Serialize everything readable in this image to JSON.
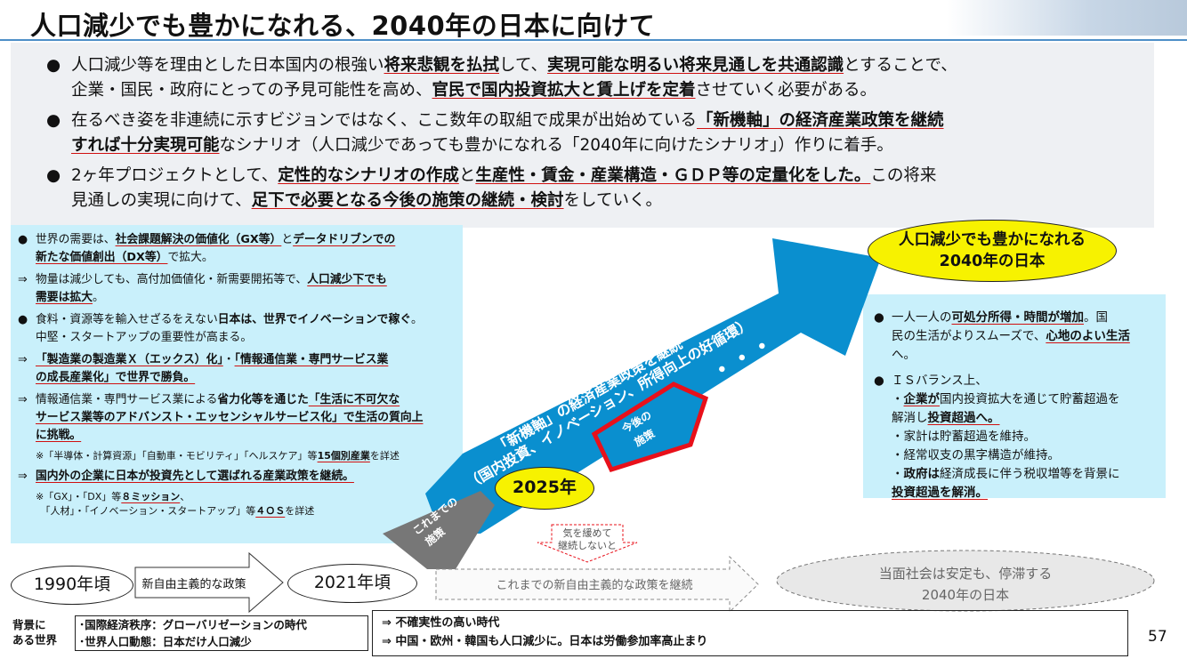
{
  "title": "人口減少でも豊かになれる、2040年の日本に向けて",
  "top_bullets": [
    {
      "parts": [
        {
          "t": "人口減少等を理由とした日本国内の根強い"
        },
        {
          "t": "将来悲観を払拭",
          "b": true
        },
        {
          "t": "して、"
        },
        {
          "t": "実現可能な明るい将来見通しを共通認識",
          "b": true
        },
        {
          "t": "とすることで、"
        }
      ],
      "line2": [
        {
          "t": "企業・国民・政府にとっての予見可能性を高め、"
        },
        {
          "t": "官民で国内投資拡大と賃上げを定着",
          "b": true
        },
        {
          "t": "させていく必要がある。"
        }
      ]
    },
    {
      "parts": [
        {
          "t": "在るべき姿を非連続に示すビジョンではなく、ここ数年の取組で成果が出始めている"
        },
        {
          "t": "「新機軸」の経済産業政策を継続",
          "b": true
        }
      ],
      "line2": [
        {
          "t": "すれば十分実現可能",
          "b": true
        },
        {
          "t": "なシナリオ（人口減少であっても豊かになれる「2040年に向けたシナリオ」）作りに着手。"
        }
      ]
    },
    {
      "parts": [
        {
          "t": "2ヶ年プロジェクトとして、"
        },
        {
          "t": "定性的なシナリオの作成",
          "b": true
        },
        {
          "t": "と"
        },
        {
          "t": "生産性・賃金・産業構造・ＧＤＰ等の定量化をした。",
          "b": true
        },
        {
          "t": "この将来"
        }
      ],
      "line2": [
        {
          "t": "見通しの実現に向けて、"
        },
        {
          "t": "足下で必要となる今後の施策の継続・検討",
          "b": true
        },
        {
          "t": "をしていく。"
        }
      ]
    }
  ],
  "left_panel": [
    {
      "marker": "●",
      "lines": [
        [
          {
            "t": "世界の需要は、"
          },
          {
            "t": "社会課題解決の価値化（GX等）",
            "b": true
          },
          {
            "t": "と"
          },
          {
            "t": "データドリブンでの",
            "b": true
          }
        ],
        [
          {
            "t": "新たな価値創出（DX等）",
            "b": true
          },
          {
            "t": "で拡大。"
          }
        ]
      ]
    },
    {
      "marker": "⇒",
      "lines": [
        [
          {
            "t": "物量は減少しても、高付加価値化・新需要開拓等で、"
          },
          {
            "t": "人口減少下でも",
            "b": true
          }
        ],
        [
          {
            "t": "需要は拡大",
            "b": true
          },
          {
            "t": "。"
          }
        ]
      ]
    },
    {
      "marker": "●",
      "lines": [
        [
          {
            "t": "食料・資源等を輸入せざるをえない"
          },
          {
            "t": "日本は、世界でイノベーションで稼ぐ",
            "bn": true
          },
          {
            "t": "。"
          }
        ],
        [
          {
            "t": "中堅・スタートアップの重要性が高まる。"
          }
        ]
      ]
    },
    {
      "marker": "⇒",
      "lines": [
        [
          {
            "t": "「製造業の製造業Ｘ（エックス）化」",
            "b": true
          },
          {
            "t": "・"
          },
          {
            "t": "「情報通信業・専門サービス業",
            "b": true
          }
        ],
        [
          {
            "t": "の成長産業化」で世界で勝負。",
            "b": true
          }
        ]
      ]
    },
    {
      "marker": "⇒",
      "lines": [
        [
          {
            "t": "情報通信業・専門サービス業による"
          },
          {
            "t": "省力化等を通じた",
            "bn": true
          },
          {
            "t": "「生活に不可欠な",
            "b": true
          }
        ],
        [
          {
            "t": "サービス業等のアドバンスト・エッセンシャルサービス化」で生活の質向上",
            "b": true
          }
        ],
        [
          {
            "t": "に挑戦。",
            "b": true
          }
        ]
      ]
    },
    {
      "marker": "",
      "note": true,
      "lines": [
        [
          {
            "t": "※「半導体・計算資源」「自動車・モビリティ」「ヘルスケア」等"
          },
          {
            "t": "15個別産業",
            "b": true
          },
          {
            "t": "を詳述"
          }
        ]
      ]
    },
    {
      "marker": "⇒",
      "lines": [
        [
          {
            "t": "国内外の企業に日本が投資先として選ばれる産業政策を継続。",
            "b": true
          }
        ]
      ]
    },
    {
      "marker": "",
      "note": true,
      "lines": [
        [
          {
            "t": "※「GX」・「DX」等"
          },
          {
            "t": "８ミッション",
            "b": true
          },
          {
            "t": "、"
          }
        ],
        [
          {
            "t": "　「人材」・「イノベーション・スタートアップ」等"
          },
          {
            "t": "４ＯＳ",
            "b": true
          },
          {
            "t": "を詳述"
          }
        ]
      ]
    }
  ],
  "right_panel": [
    {
      "marker": "●",
      "lines": [
        [
          {
            "t": "一人一人の"
          },
          {
            "t": "可処分所得・時間が増加",
            "b": true
          },
          {
            "t": "。国"
          }
        ],
        [
          {
            "t": "民の生活がよりスムーズで、"
          },
          {
            "t": "心地のよい生活",
            "b": true
          }
        ],
        [
          {
            "t": "へ。"
          }
        ]
      ]
    },
    {
      "marker": "●",
      "lines": [
        [
          {
            "t": "ＩＳバランス上、"
          }
        ],
        [
          {
            "t": "・"
          },
          {
            "t": "企業が",
            "b": true
          },
          {
            "t": "国内投資拡大を通じて貯蓄超過を"
          }
        ],
        [
          {
            "t": "解消し"
          },
          {
            "t": "投資超過へ。",
            "b": true
          }
        ],
        [
          {
            "t": "・家計は貯蓄超過を維持。"
          }
        ],
        [
          {
            "t": "・経常収支の黒字構造が維持。"
          }
        ],
        [
          {
            "t": "・"
          },
          {
            "t": "政府は",
            "bn": true
          },
          {
            "t": "経済成長に伴う税収増等を背景に"
          }
        ],
        [
          {
            "t": "投資超過を解消。",
            "b": true
          }
        ]
      ]
    }
  ],
  "arrow": {
    "line1": "「新機軸」の経済産業政策を継続",
    "line2": "（国内投資、イノベーション、所得向上の好循環）",
    "dots": "・・・"
  },
  "goal_ellipse": {
    "line1": "人口減少でも豊かになれる",
    "line2": "2040年の日本"
  },
  "year_2025": "2025年",
  "future_box": {
    "line1": "今後の",
    "line2": "施策"
  },
  "past_box": {
    "line1": "これまでの",
    "line2": "施策"
  },
  "relax_box": {
    "line1": "気を緩めて",
    "line2": "継続しないと"
  },
  "timeline": {
    "y1990": "1990年頃",
    "neolib": "新自由主義的な政策",
    "y2021": "2021年頃",
    "continue": "これまでの新自由主義的な政策を継続",
    "stagnant1": "当面社会は安定も、停滞する",
    "stagnant2": "2040年の日本"
  },
  "background": {
    "label1": "背景に",
    "label2": "ある世界",
    "left1": "･国際経済秩序：グローバリゼーションの時代",
    "left2": "･世界人口動態：日本だけ人口減少",
    "right1": "⇒  不確実性の高い時代",
    "right2": "⇒  中国・欧州・韓国も人口減少に。日本は労働参加率高止まり"
  },
  "page_number": "57",
  "colors": {
    "arrow": "#0a8fcf",
    "yellow": "#f7f200",
    "panel": "#c9f0fb",
    "red": "#d01010",
    "grey": "#7a7a7a"
  }
}
